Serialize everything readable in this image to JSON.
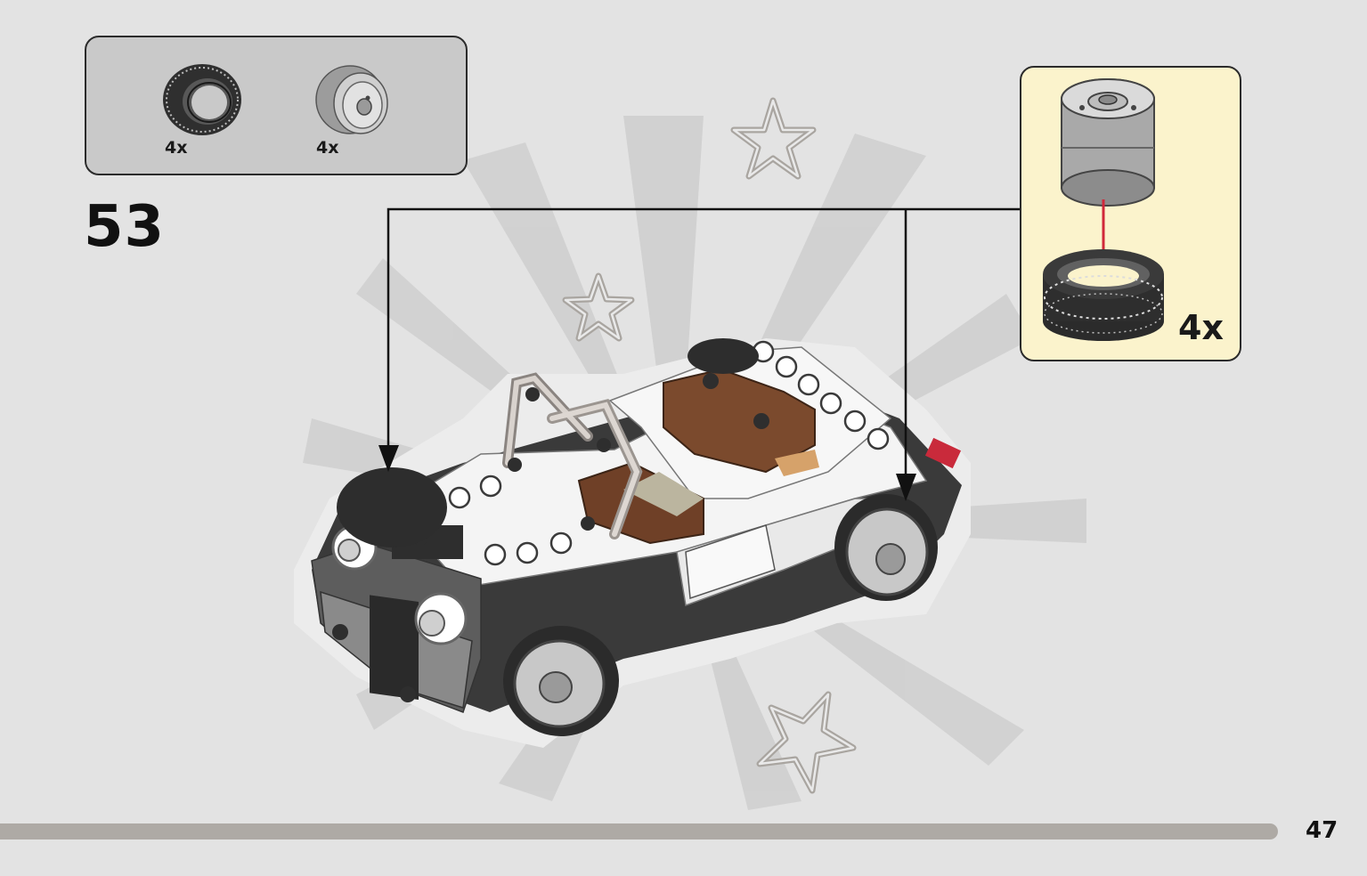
{
  "parts_panel": {
    "items": [
      {
        "icon": "tire-icon",
        "quantity": "4x"
      },
      {
        "icon": "wheel-rim-icon",
        "quantity": "4x"
      }
    ]
  },
  "step": {
    "number": "53"
  },
  "callout": {
    "quantity": "4x",
    "icon": "wheel-assembly-icon"
  },
  "page": {
    "number": "47",
    "progress": 0.935
  },
  "colors": {
    "background": "#e3e3e3",
    "panel": "#c9c9c9",
    "callout": "#fbf3cc",
    "progress": "#aeaaa5",
    "assembly_arrow": "#d0283a",
    "brown": "#7b4a2d"
  }
}
